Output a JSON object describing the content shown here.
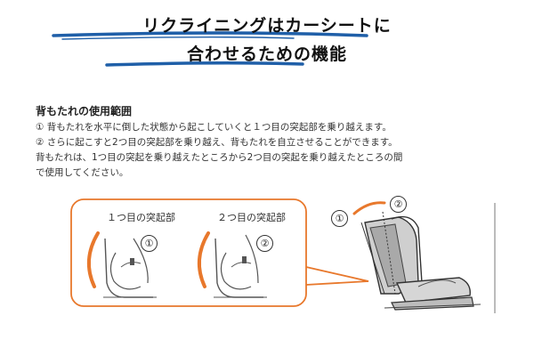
{
  "headline": {
    "line1": "リクライニングはカーシートに",
    "line2": "合わせるための機能"
  },
  "manual": {
    "title": "背もたれの使用範囲",
    "lines": [
      "① 背もたれを水平に倒した状態から起こしていくと１つ目の突起部を乗り越えます。",
      "② さらに起こすと2つ目の突起部を乗り越え、背もたれを自立させることができます。",
      "背もたれは、1つ目の突起を乗り越えたところから2つ目の突起を乗り越えたところの間",
      "で使用してください。"
    ]
  },
  "figure": {
    "label_first": "１つ目の突起部",
    "label_second": "２つ目の突起部",
    "num1": "①",
    "num2": "②",
    "accent_color": "#e8782c"
  }
}
